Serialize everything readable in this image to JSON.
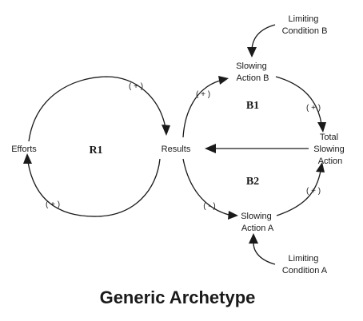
{
  "title": "Generic Archetype",
  "nodes": {
    "efforts": "Efforts",
    "results": "Results",
    "slowing_action_b": [
      "Slowing",
      "Action B"
    ],
    "slowing_action_a": [
      "Slowing",
      "Action A"
    ],
    "total_slowing_action": [
      "Total",
      "Slowing",
      "Action"
    ],
    "limiting_condition_b": [
      "Limiting",
      "Condition B"
    ],
    "limiting_condition_a": [
      "Limiting",
      "Condition A"
    ]
  },
  "loops": {
    "r1": "R1",
    "b1": "B1",
    "b2": "B2"
  },
  "polarities": {
    "efforts_to_results": "( + )",
    "results_to_efforts": "( + )",
    "results_to_slowing_b": "( + )",
    "slowing_b_to_total": "( + )",
    "results_to_slowing_a": "( - )",
    "slowing_a_to_total": "( + )"
  },
  "colors": {
    "ink": "#1a1a1a",
    "background": "#ffffff"
  }
}
